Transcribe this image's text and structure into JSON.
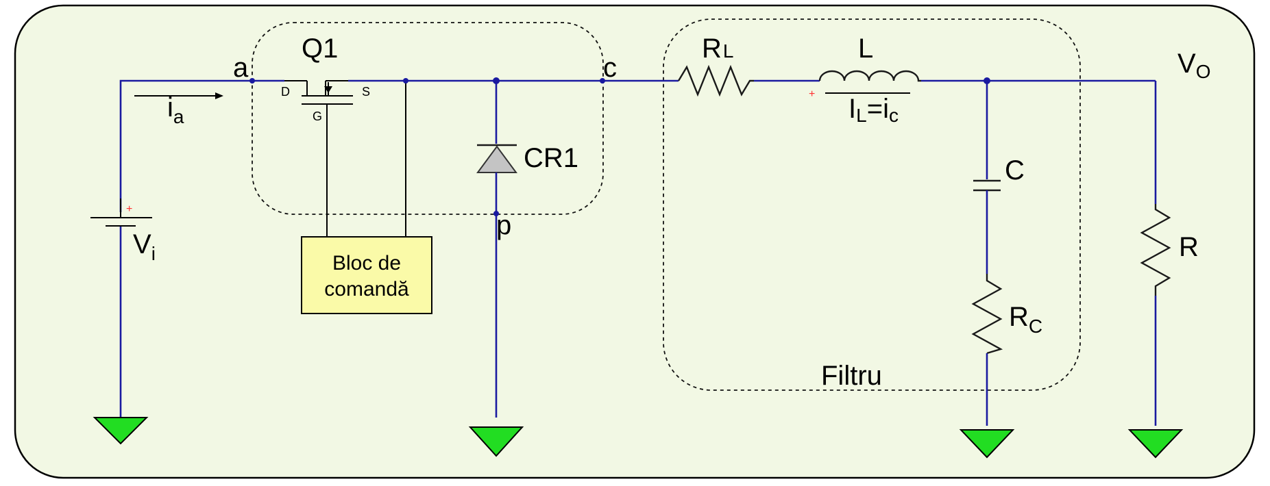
{
  "colors": {
    "background": "#f2f8e4",
    "wire": "#1a1aa0",
    "ground": "#22dd22",
    "control_block": "#fafaa8",
    "polarity_mark": "#ff3030"
  },
  "labels": {
    "switch": "Q1",
    "drain": "D",
    "source": "S",
    "gate": "G",
    "node_a": "a",
    "node_c": "c",
    "node_p": "p",
    "diode": "CR1",
    "resistor_L_main": "R",
    "resistor_L_sub": "L",
    "inductor": "L",
    "current_L_main": "I",
    "current_L_sub": "L",
    "current_eq": "=i",
    "current_c_sub": "c",
    "output_main": "V",
    "output_sub": "O",
    "capacitor": "C",
    "resistor_C_main": "R",
    "resistor_C_sub": "C",
    "load": "R",
    "source_main": "V",
    "source_sub": "i",
    "current_a_main": "i",
    "current_a_sub": "a",
    "filter": "Filtru",
    "polarity_plus": "+"
  },
  "control_block": {
    "line1": "Bloc de",
    "line2": "comandă"
  },
  "icons": [
    "ground-icon",
    "battery-icon",
    "mosfet-icon",
    "diode-icon",
    "resistor-icon",
    "inductor-icon",
    "capacitor-icon"
  ]
}
